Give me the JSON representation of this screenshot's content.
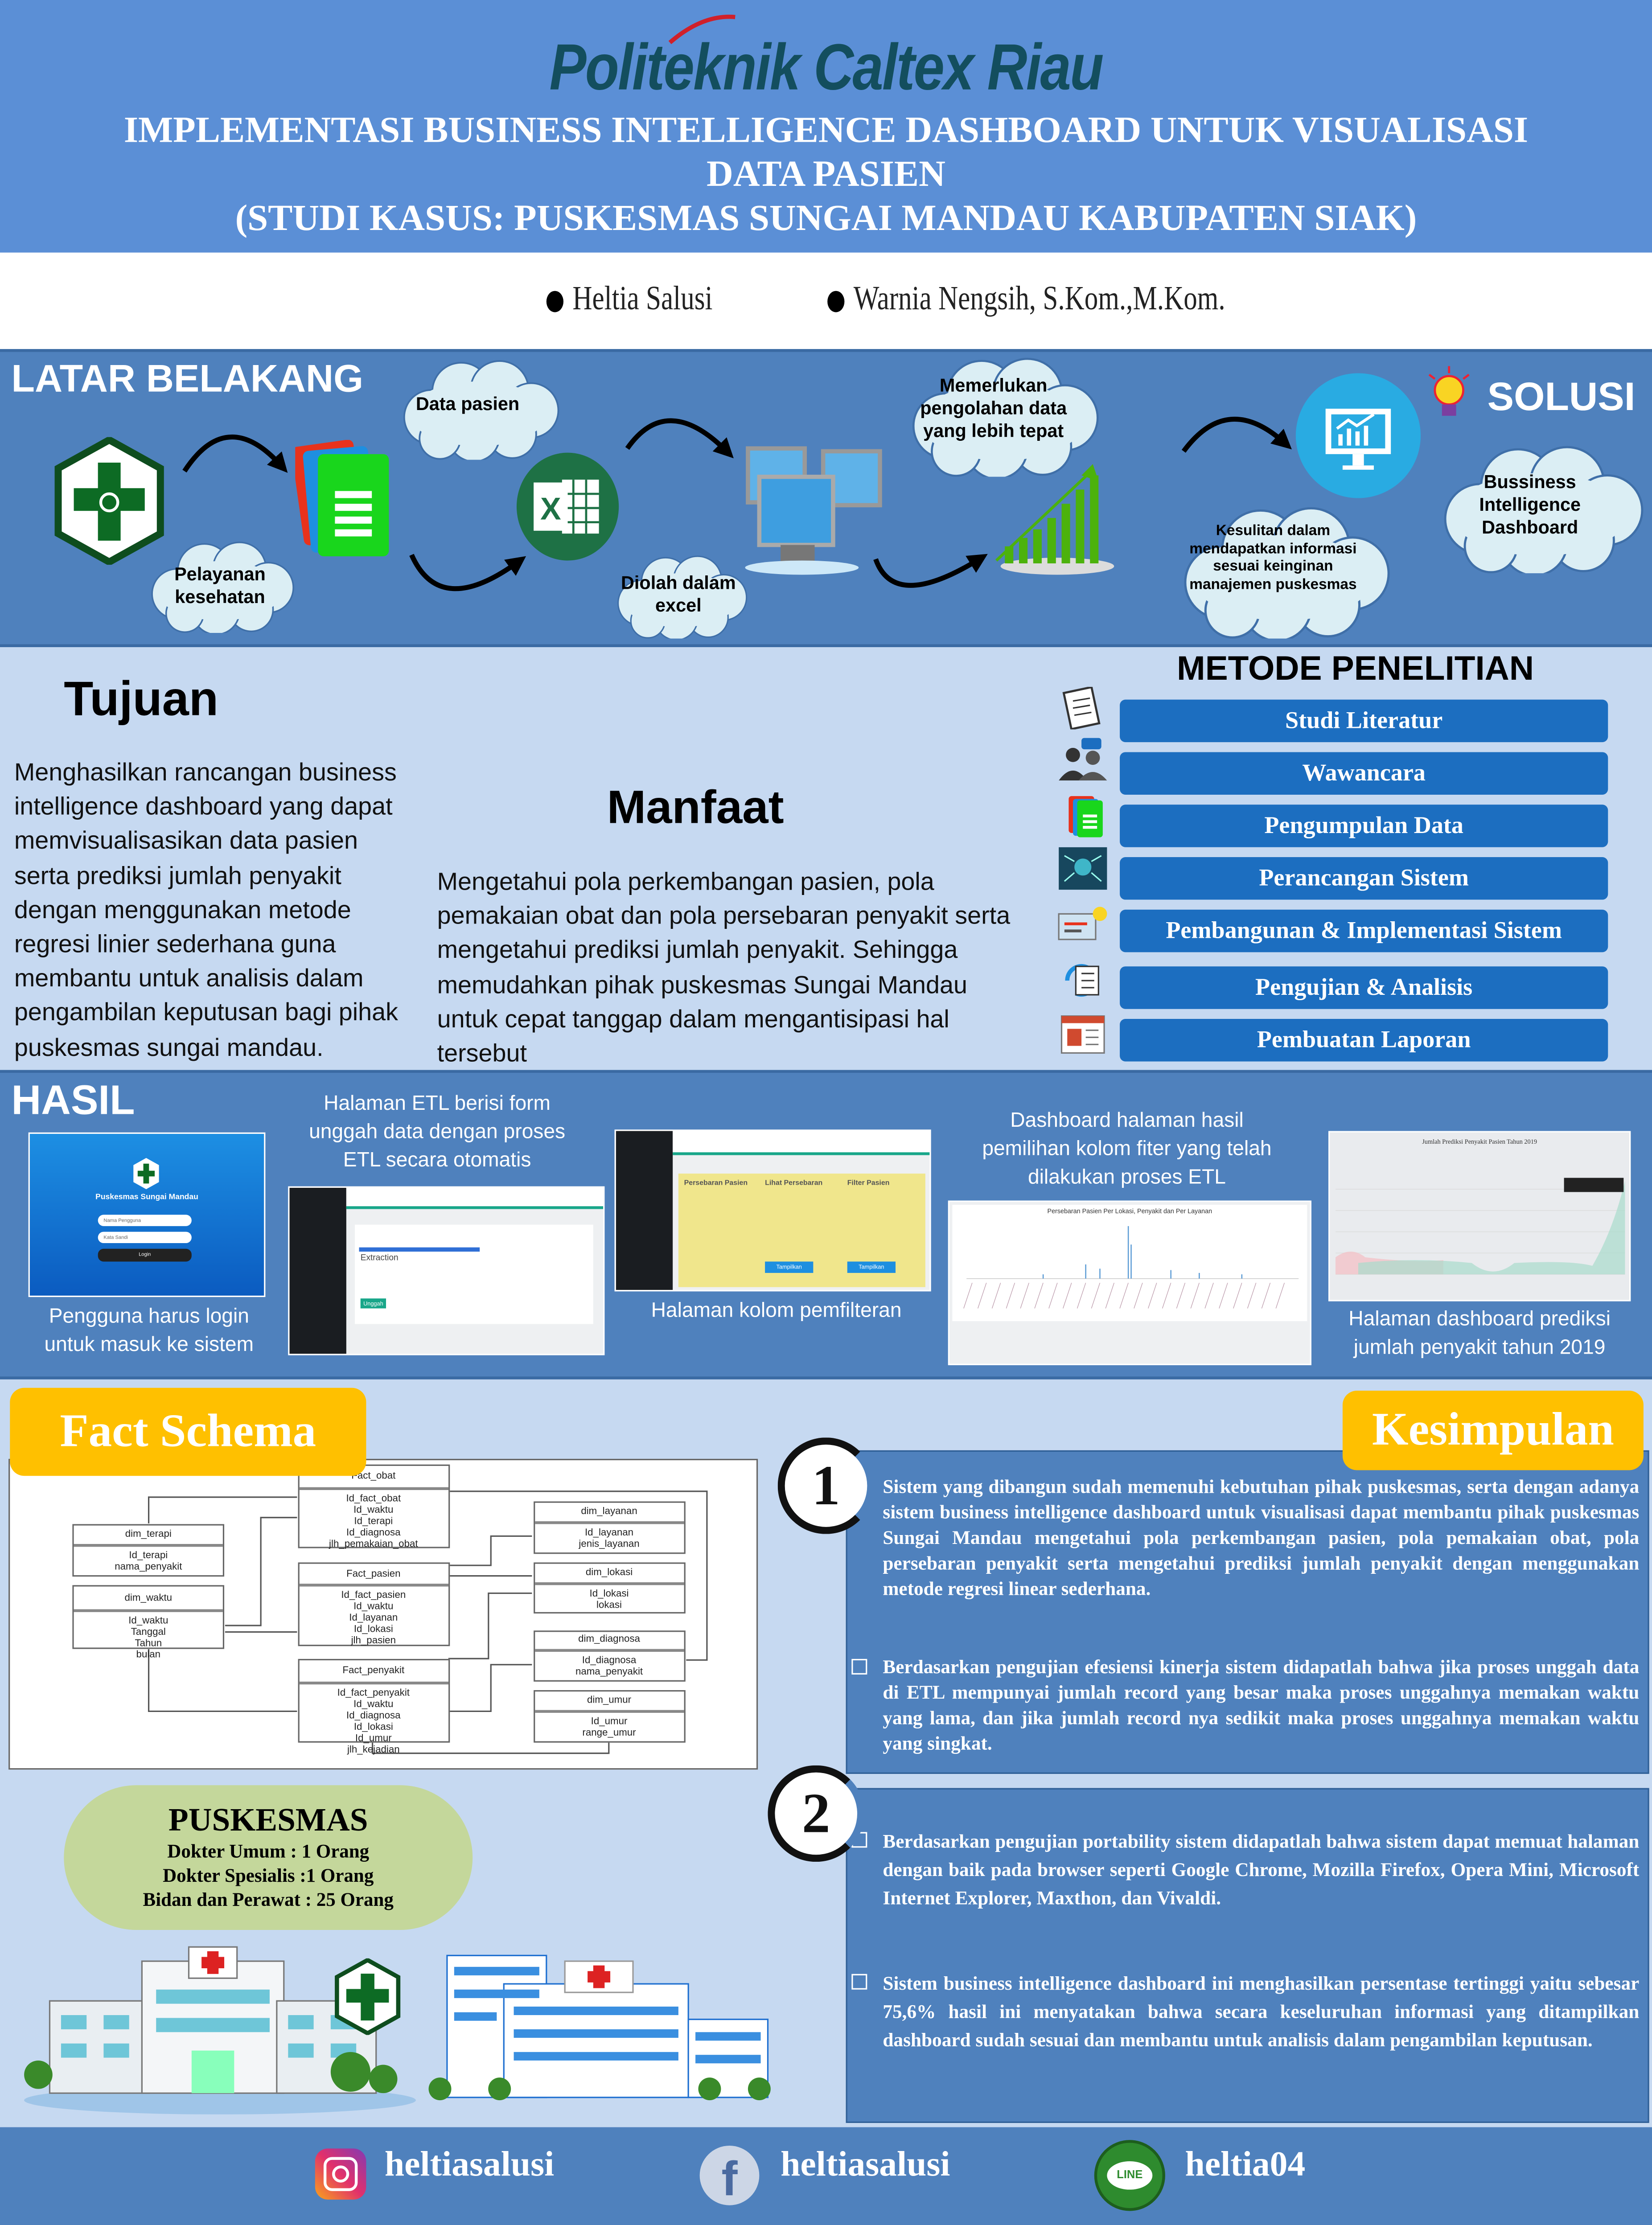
{
  "header": {
    "institution": "Politeknik Caltex Riau",
    "title_lines": [
      "IMPLEMENTASI BUSINESS INTELLIGENCE DASHBOARD UNTUK VISUALISASI",
      "DATA PASIEN",
      "(STUDI KASUS: PUSKESMAS SUNGAI MANDAU KABUPATEN SIAK)"
    ],
    "authors": [
      "Heltia Salusi",
      "Warnia Nengsih, S.Kom.,M.Kom."
    ]
  },
  "latar": {
    "heading": "LATAR BELAKANG",
    "solusi": "SOLUSI",
    "bubbles": {
      "data_pasien": "Data pasien",
      "pelayanan": "Pelayanan kesehatan",
      "diolah": "Diolah dalam excel",
      "memerlukan": "Memerlukan pengolahan data yang lebih tepat",
      "kesulitan": "Kesulitan dalam mendapatkan informasi sesuai keinginan manajemen puskesmas",
      "solusi_text": "Bussiness Intelligence Dashboard"
    }
  },
  "tujuan": {
    "heading": "Tujuan",
    "text": "Menghasilkan rancangan business intelligence dashboard yang dapat memvisualisasikan data pasien serta prediksi jumlah penyakit dengan menggunakan metode regresi linier sederhana guna membantu untuk analisis dalam pengambilan keputusan bagi pihak puskesmas sungai mandau."
  },
  "manfaat": {
    "heading": "Manfaat",
    "text": "Mengetahui pola perkembangan pasien, pola pemakaian obat dan pola persebaran penyakit serta mengetahui prediksi jumlah penyakit. Sehingga memudahkan pihak puskesmas Sungai Mandau untuk cepat tanggap dalam mengantisipasi hal tersebut"
  },
  "metode": {
    "heading": "METODE PENELITIAN",
    "steps": [
      "Studi Literatur",
      "Wawancara",
      "Pengumpulan Data",
      "Perancangan Sistem",
      "Pembangunan & Implementasi Sistem",
      "Pengujian & Analisis",
      "Pembuatan Laporan"
    ]
  },
  "hasil": {
    "heading": "HASIL",
    "captions": {
      "login": "Pengguna harus login untuk masuk ke sistem",
      "etl": "Halaman ETL berisi form unggah data dengan proses ETL secara otomatis",
      "filter": "Halaman kolom pemfilteran",
      "dashboard": "Dashboard halaman hasil pemilihan kolom fiter yang telah dilakukan proses ETL",
      "prediksi": "Halaman dashboard prediksi jumlah penyakit tahun 2019"
    },
    "login_screen": {
      "title": "Puskesmas Sungai Mandau",
      "username": "Nama Pengguna",
      "password": "Kata Sandi",
      "button": "Login"
    },
    "etl_screen": {
      "section": "Extraction",
      "button": "Unggah"
    },
    "filter_screen": {
      "col1": "Persebaran Pasien",
      "col2": "Lihat Persebaran",
      "col3": "Filter Pasien",
      "button1": "Tampilkan",
      "button2": "Tampilkan"
    },
    "dashboard_screen": {
      "chart_title": "Persebaran Pasien Per Lokasi, Penyakit dan Per Layanan"
    },
    "prediksi_screen": {
      "chart_title": "Jumlah Prediksi Penyakit Pasien Tahun 2019"
    }
  },
  "fact_schema": {
    "label": "Fact Schema",
    "tables": [
      {
        "name": "Fact_obat",
        "fields": [
          "Id_fact_obat",
          "Id_waktu",
          "Id_terapi",
          "Id_diagnosa",
          "jlh_pemakaian_obat"
        ]
      },
      {
        "name": "dim_terapi",
        "fields": [
          "Id_terapi",
          "nama_penyakit"
        ]
      },
      {
        "name": "dim_waktu",
        "fields": [
          "Id_waktu",
          "Tanggal",
          "Tahun",
          "bulan"
        ]
      },
      {
        "name": "Fact_pasien",
        "fields": [
          "Id_fact_pasien",
          "Id_waktu",
          "Id_layanan",
          "Id_lokasi",
          "jlh_pasien"
        ]
      },
      {
        "name": "Fact_penyakit",
        "fields": [
          "Id_fact_penyakit",
          "Id_waktu",
          "Id_diagnosa",
          "Id_lokasi",
          "Id_umur",
          "jlh_kejadian"
        ]
      },
      {
        "name": "dim_layanan",
        "fields": [
          "Id_layanan",
          "jenis_layanan"
        ]
      },
      {
        "name": "dim_lokasi",
        "fields": [
          "Id_lokasi",
          "lokasi"
        ]
      },
      {
        "name": "dim_diagnosa",
        "fields": [
          "Id_diagnosa",
          "nama_penyakit"
        ]
      },
      {
        "name": "dim_umur",
        "fields": [
          "Id_umur",
          "range_umur"
        ]
      }
    ]
  },
  "kesimpulan": {
    "label": "Kesimpulan",
    "numbers": [
      "1",
      "2"
    ],
    "points": [
      "Sistem yang dibangun sudah memenuhi kebutuhan pihak puskesmas, serta dengan adanya sistem business intelligence dashboard untuk visualisasi dapat membantu pihak puskesmas Sungai Mandau mengetahui pola perkembangan pasien, pola pemakaian obat, pola persebaran penyakit serta mengetahui prediksi jumlah penyakit dengan menggunakan metode regresi linear sederhana.",
      "Berdasarkan pengujian efesiensi kinerja sistem didapatlah bahwa jika proses unggah data di ETL mempunyai jumlah record yang besar maka proses unggahnya memakan waktu yang lama, dan jika jumlah record nya sedikit maka proses unggahnya memakan waktu yang singkat.",
      "Berdasarkan pengujian portability sistem didapatlah bahwa sistem dapat memuat halaman dengan baik pada browser seperti Google Chrome, Mozilla Firefox, Opera Mini, Microsoft Internet Explorer, Maxthon, dan Vivaldi.",
      "Sistem business intelligence dashboard ini menghasilkan persentase tertinggi yaitu sebesar 75,6% hasil ini menyatakan bahwa secara keseluruhan informasi yang ditampilkan dashboard sudah sesuai dan membantu untuk analisis dalam pengambilan keputusan."
    ]
  },
  "puskesmas": {
    "title": "PUSKESMAS",
    "staff": [
      "Dokter Umum : 1 Orang",
      "Dokter Spesialis  :1 Orang",
      "Bidan  dan Perawat : 25 Orang"
    ]
  },
  "footer": {
    "social": [
      {
        "platform": "instagram",
        "handle": "heltiasalusi"
      },
      {
        "platform": "facebook",
        "handle": "heltiasalusi"
      },
      {
        "platform": "line",
        "handle": "heltia04",
        "icon_text": "LINE"
      }
    ]
  },
  "colors": {
    "dark_section": "#4f81bd",
    "light_section": "#c6d9f1",
    "header": "#5b8fd6",
    "button": "#1c6ec0",
    "label_yellow": "#ffc000",
    "puskesmas_green": "#c4d79b"
  }
}
